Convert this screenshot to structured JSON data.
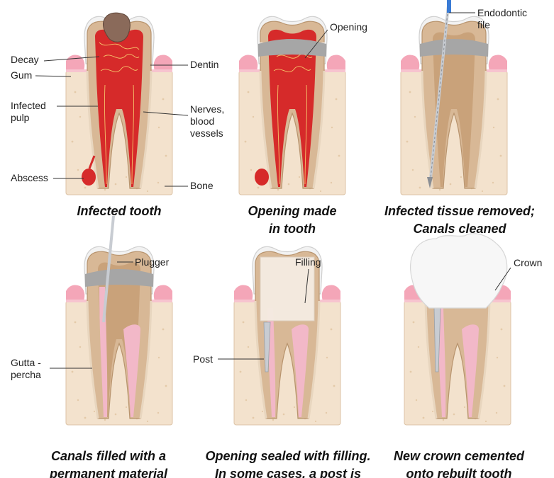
{
  "panels": [
    {
      "caption": [
        "Infected tooth"
      ]
    },
    {
      "caption": [
        "Opening made",
        "in tooth"
      ]
    },
    {
      "caption": [
        "Infected tissue removed;",
        "Canals cleaned"
      ]
    },
    {
      "caption": [
        "Canals filled with a",
        "permanent material"
      ]
    },
    {
      "caption": [
        "Opening sealed with filling.",
        "In some cases, a post is"
      ]
    },
    {
      "caption": [
        "New crown cemented",
        "onto rebuilt tooth"
      ]
    }
  ],
  "labels": {
    "decay": "Decay",
    "gum": "Gum",
    "infected_pulp": [
      "Infected",
      "pulp"
    ],
    "abscess": "Abscess",
    "dentin": "Dentin",
    "nerves": [
      "Nerves,",
      "blood",
      "vessels"
    ],
    "bone": "Bone",
    "opening": "Opening",
    "endodontic_file": [
      "Endodontic",
      "file"
    ],
    "plugger": "Plugger",
    "gutta_percha": [
      "Gutta -",
      "percha"
    ],
    "filling": "Filling",
    "post": "Post",
    "crown": "Crown"
  },
  "colors": {
    "bone": "#f3e2cd",
    "gum": "#f4a6b8",
    "enamel": "#f2f2f2",
    "dentin": "#d8b896",
    "infection": "#d62a2a",
    "gutta_percha": "#f2b8c8",
    "filling": "#f5ece2",
    "metal": "#c8ccd2"
  }
}
